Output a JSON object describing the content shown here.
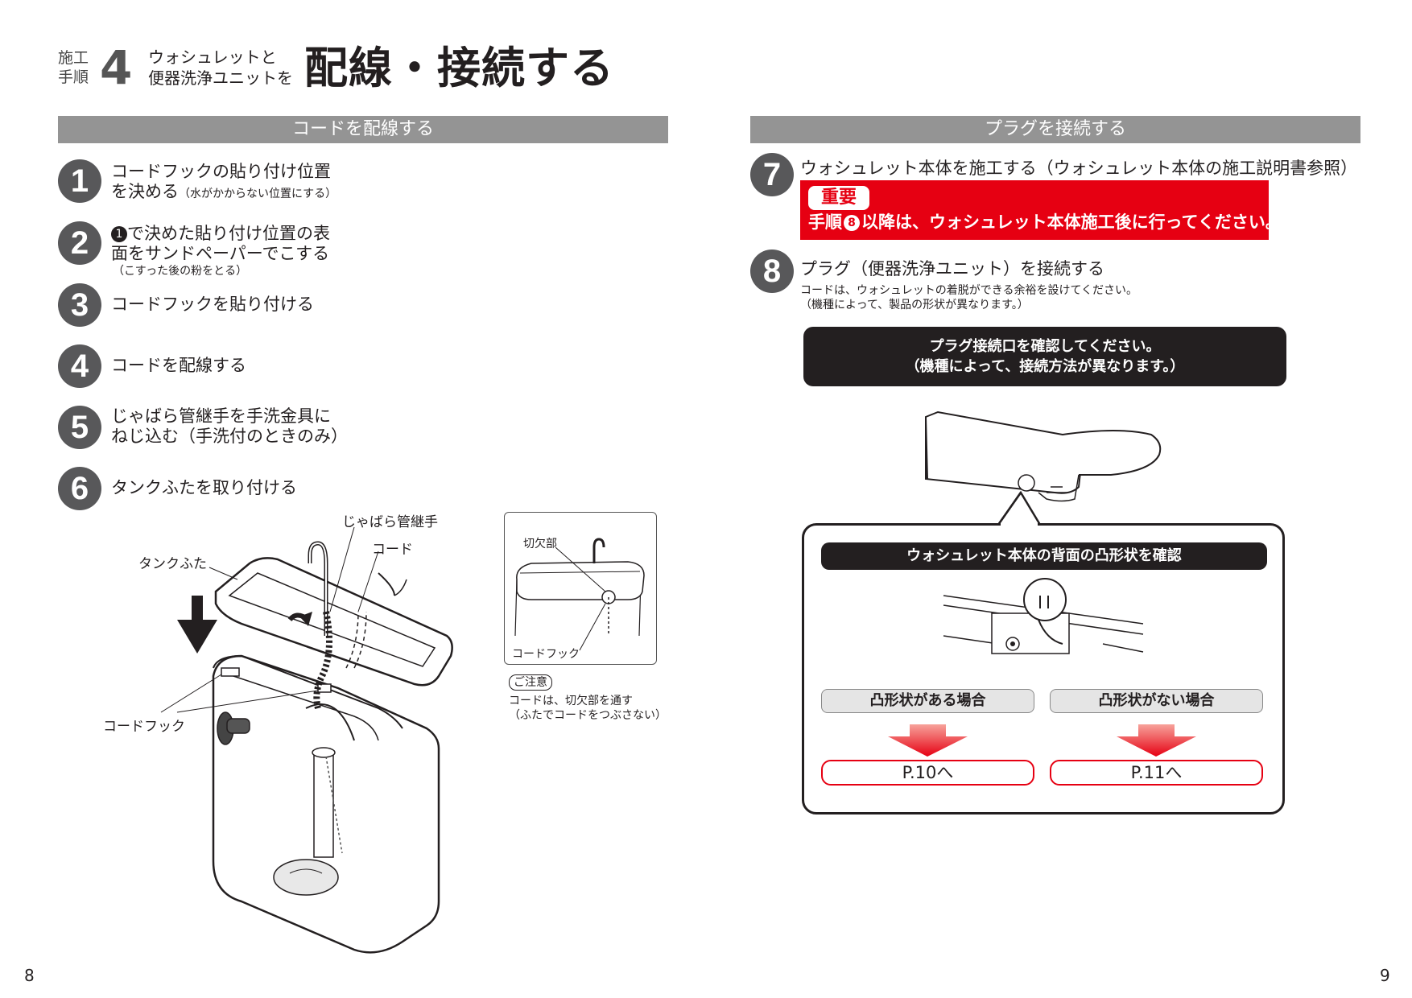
{
  "header": {
    "sekou": "施工",
    "tejun": "手順",
    "step_number": "4",
    "subtitle_line1": "ウォシュレットと",
    "subtitle_line2": "便器洗浄ユニットを",
    "title": "配線・接続する"
  },
  "left_section": {
    "bar_label": "コードを配線する",
    "steps": [
      {
        "num": "1",
        "line1": "コードフックの貼り付け位置",
        "line2": "を決める",
        "note": "（水がかからない位置にする）"
      },
      {
        "num": "2",
        "line1_badge": "1",
        "line1": "で決めた貼り付け位置の表",
        "line2": "面をサンドペーパーでこする",
        "note": "（こすった後の粉をとる）"
      },
      {
        "num": "3",
        "line1": "コードフックを貼り付ける"
      },
      {
        "num": "4",
        "line1": "コードを配線する"
      },
      {
        "num": "5",
        "line1": "じゃばら管継手を手洗金具に",
        "line2": "ねじ込む（手洗付のときのみ）"
      },
      {
        "num": "6",
        "line1": "タンクふたを取り付ける"
      }
    ],
    "illustration_labels": {
      "jabara": "じゃばら管継手",
      "cord": "コード",
      "tank_lid": "タンクふた",
      "cord_hook": "コードフック"
    },
    "inset": {
      "notch": "切欠部",
      "cord_hook": "コードフック",
      "caution_badge": "ご注意",
      "caution_line1": "コードは、切欠部を通す",
      "caution_line2": "（ふたでコードをつぶさない）"
    },
    "page_number": "8"
  },
  "right_section": {
    "bar_label": "プラグを接続する",
    "step7": {
      "num": "7",
      "text": "ウォシュレット本体を施工する（ウォシュレット本体の施工説明書参照）"
    },
    "important": {
      "badge": "重要",
      "text_pre": "手順",
      "text_badge": "8",
      "text_post": "以降は、ウォシュレット本体施工後に行ってください。"
    },
    "step8": {
      "num": "8",
      "text": "プラグ（便器洗浄ユニット）を接続する",
      "note1": "コードは、ウォシュレットの着脱ができる余裕を設けてください。",
      "note2": "（機種によって、製品の形状が異なります。）"
    },
    "notice": {
      "line1": "プラグ接続口を確認してください。",
      "line2": "（機種によって、接続方法が異なります。）"
    },
    "panel": {
      "heading": "ウォシュレット本体の背面の凸形状を確認",
      "case_yes": "凸形状がある場合",
      "case_no": "凸形状がない場合",
      "link_yes": "P.10へ",
      "link_no": "P.11へ"
    },
    "page_number": "9"
  },
  "colors": {
    "bar_gray": "#949494",
    "step_circle": "#58585a",
    "important_red": "#e60012",
    "dark": "#231f20"
  }
}
